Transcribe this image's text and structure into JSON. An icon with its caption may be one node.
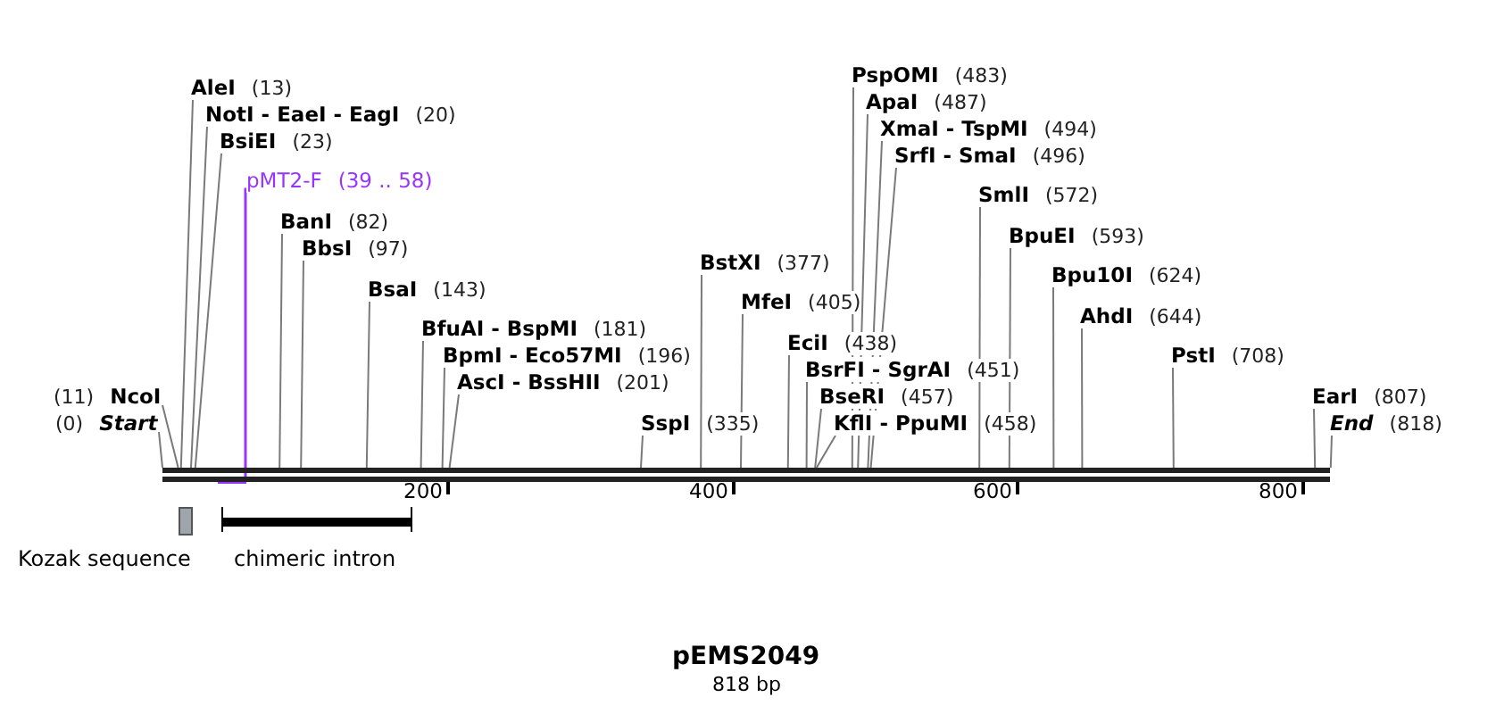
{
  "diagram": {
    "title": "pEMS2049",
    "caption": "818 bp",
    "nodes": [
      {
        "text": [
          "(0)",
          "Start"
        ]
      },
      {
        "text": [
          "(11)",
          "NcoI"
        ]
      },
      {
        "text": [
          "AleI",
          "(13)"
        ]
      },
      {
        "text": [
          "NotI - EaeI - EagI",
          "(20)"
        ]
      },
      {
        "text": [
          "BsiEI",
          "(23)"
        ]
      },
      {
        "text": [
          "pMT2-F",
          "(39 .. 58)"
        ]
      },
      {
        "text": [],
        "shape": "bar"
      },
      {
        "text": [
          "BanI",
          "(82)"
        ]
      },
      {
        "text": [
          "BbsI",
          "(97)"
        ]
      },
      {
        "text": [
          "BsaI",
          "(143)"
        ]
      },
      {
        "text": [
          "BfuAI - BspMI",
          "(181)"
        ]
      },
      {
        "text": [
          "BpmI - Eco57MI",
          "(196)"
        ]
      },
      {
        "text": [
          "AscI - BssHII",
          "(201)"
        ]
      },
      {
        "text": [
          "SspI",
          "(335)"
        ]
      },
      {
        "text": [
          "BstXI",
          "(377)"
        ]
      },
      {
        "text": [
          "MfeI",
          "(405)"
        ]
      },
      {
        "text": [
          "EciI",
          "(438)"
        ]
      },
      {
        "text": [
          "BsrFI - SgrAI",
          "(451)"
        ]
      },
      {
        "text": [
          "BseRI",
          "(457)"
        ]
      },
      {
        "text": [
          "KflI - PpuMI",
          "(458)"
        ]
      },
      {
        "text": [
          "PspOMI",
          "(483)"
        ]
      },
      {
        "text": [
          "ApaI",
          "(487)"
        ]
      },
      {
        "text": [
          "XmaI - TspMI",
          "(494)"
        ]
      },
      {
        "text": [
          "SrfI - SmaI",
          "(496)"
        ]
      },
      {
        "text": [
          "SmlI",
          "(572)"
        ]
      },
      {
        "text": [
          "BpuEI",
          "(593)"
        ]
      },
      {
        "text": [
          "Bpu10I",
          "(624)"
        ]
      },
      {
        "text": [
          "AhdI",
          "(644)"
        ]
      },
      {
        "text": [
          "PstI",
          "(708)"
        ]
      },
      {
        "text": [
          "EarI",
          "(807)"
        ]
      },
      {
        "text": [
          "End",
          "(818)"
        ]
      },
      {
        "text": [],
        "shape": "bar"
      },
      {
        "text": [
          "Kozak sequence"
        ]
      },
      {
        "text": [
          "chimeric intron"
        ]
      }
    ],
    "edges": [
      {
        "from": 0,
        "to": 31,
        "arrow": "none"
      },
      {
        "from": 1,
        "to": 31,
        "arrow": "none"
      },
      {
        "from": 2,
        "to": 31,
        "arrow": "none"
      },
      {
        "from": 3,
        "to": 31,
        "arrow": "none"
      },
      {
        "from": 4,
        "to": 31,
        "arrow": "none"
      },
      {
        "from": 5,
        "to": 6,
        "arrow": "none",
        "color": "#9933ff"
      },
      {
        "from": 7,
        "to": 31,
        "arrow": "none"
      },
      {
        "from": 8,
        "to": 31,
        "arrow": "none"
      },
      {
        "from": 9,
        "to": 31,
        "arrow": "none"
      },
      {
        "from": 10,
        "to": 31,
        "arrow": "none"
      },
      {
        "from": 11,
        "to": 31,
        "arrow": "none"
      },
      {
        "from": 12,
        "to": 31,
        "arrow": "none"
      },
      {
        "from": 13,
        "to": 31,
        "arrow": "none"
      },
      {
        "from": 14,
        "to": 31,
        "arrow": "none"
      },
      {
        "from": 15,
        "to": 31,
        "arrow": "none"
      },
      {
        "from": 16,
        "to": 31,
        "arrow": "none"
      },
      {
        "from": 17,
        "to": 31,
        "arrow": "none"
      },
      {
        "from": 18,
        "to": 31,
        "arrow": "none"
      },
      {
        "from": 19,
        "to": 31,
        "arrow": "none"
      },
      {
        "from": 20,
        "to": 31,
        "arrow": "none"
      },
      {
        "from": 21,
        "to": 31,
        "arrow": "none"
      },
      {
        "from": 22,
        "to": 31,
        "arrow": "none"
      },
      {
        "from": 23,
        "to": 31,
        "arrow": "none"
      },
      {
        "from": 24,
        "to": 31,
        "arrow": "none"
      },
      {
        "from": 25,
        "to": 31,
        "arrow": "none"
      },
      {
        "from": 26,
        "to": 31,
        "arrow": "none"
      },
      {
        "from": 27,
        "to": 31,
        "arrow": "none"
      },
      {
        "from": 28,
        "to": 31,
        "arrow": "none"
      },
      {
        "from": 29,
        "to": 31,
        "arrow": "none"
      },
      {
        "from": 30,
        "to": 31,
        "arrow": "none"
      }
    ],
    "labels": [
      "200",
      "400",
      "600",
      "800"
    ]
  }
}
